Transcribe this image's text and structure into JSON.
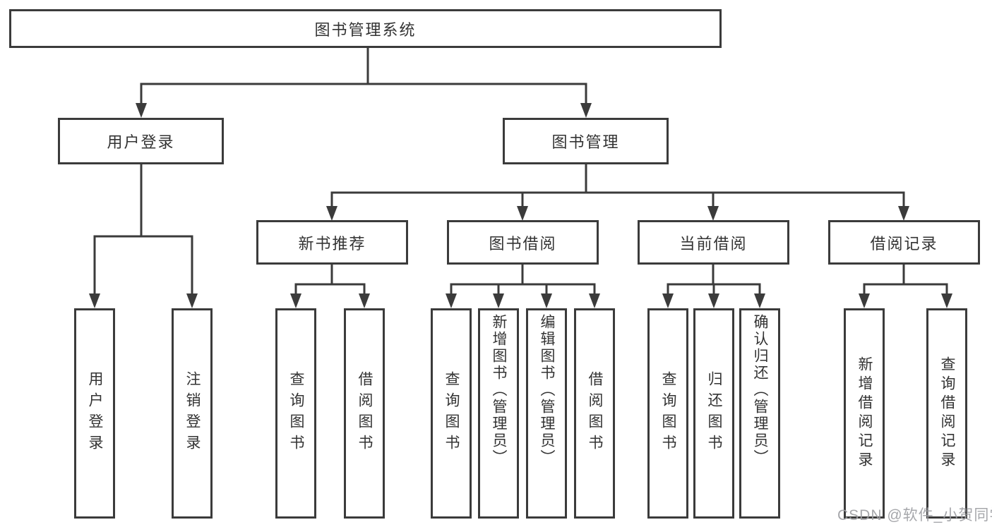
{
  "tree": {
    "root": "图书管理系统",
    "children": [
      {
        "label": "用户登录",
        "children": [
          {
            "label": "用户登录"
          },
          {
            "label": "注销登录"
          }
        ]
      },
      {
        "label": "图书管理",
        "children": [
          {
            "label": "新书推荐",
            "children": [
              {
                "label": "查询图书"
              },
              {
                "label": "借阅图书"
              }
            ]
          },
          {
            "label": "图书借阅",
            "children": [
              {
                "label": "查询图书"
              },
              {
                "label": "新增图书（管理员）"
              },
              {
                "label": "编辑图书（管理员）"
              },
              {
                "label": "借阅图书"
              }
            ]
          },
          {
            "label": "当前借阅",
            "children": [
              {
                "label": "查询图书"
              },
              {
                "label": "归还图书"
              },
              {
                "label": "确认归还（管理员）"
              }
            ]
          },
          {
            "label": "借阅记录",
            "children": [
              {
                "label": "新增借阅记录"
              },
              {
                "label": "查询借阅记录"
              }
            ]
          }
        ]
      }
    ]
  },
  "watermark": "CSDN @软件_小贺同学",
  "colors": {
    "line": "#3b3b3b",
    "text": "#333333",
    "background": "#ffffff",
    "watermark": "#9ea0a4"
  }
}
